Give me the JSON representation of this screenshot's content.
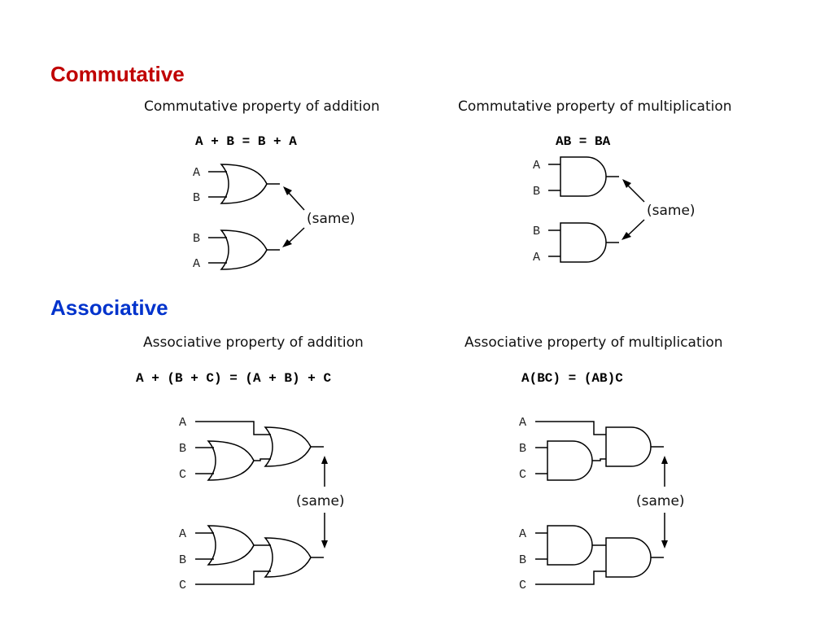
{
  "sections": {
    "commutative": {
      "title": "Commutative",
      "addition": {
        "caption": "Commutative property of addition",
        "equation": "A + B = B + A",
        "same": "(same)",
        "top_inputs": [
          "A",
          "B"
        ],
        "bottom_inputs": [
          "B",
          "A"
        ]
      },
      "multiplication": {
        "caption": "Commutative property of multiplication",
        "equation": "AB = BA",
        "same": "(same)",
        "top_inputs": [
          "A",
          "B"
        ],
        "bottom_inputs": [
          "B",
          "A"
        ]
      }
    },
    "associative": {
      "title": "Associative",
      "addition": {
        "caption": "Associative property of addition",
        "equation": "A + (B + C) = (A + B) + C",
        "same": "(same)",
        "top_inputs": [
          "A",
          "B",
          "C"
        ],
        "bottom_inputs": [
          "A",
          "B",
          "C"
        ]
      },
      "multiplication": {
        "caption": "Associative property of multiplication",
        "equation": "A(BC) = (AB)C",
        "same": "(same)",
        "top_inputs": [
          "A",
          "B",
          "C"
        ],
        "bottom_inputs": [
          "A",
          "B",
          "C"
        ]
      }
    }
  },
  "colors": {
    "commutative_title": "#c00000",
    "associative_title": "#0033cc"
  }
}
